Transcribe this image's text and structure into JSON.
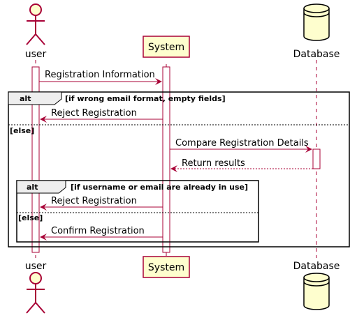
{
  "participants": {
    "user": "user",
    "system": "System",
    "database": "Database"
  },
  "messages": {
    "m1": "Registration Information",
    "m2": "Reject Registration",
    "m3": "Compare Registration Details",
    "m4": "Return results",
    "m5": "Reject Registration",
    "m6": "Confirm Registration"
  },
  "fragments": {
    "outer": {
      "keyword": "alt",
      "guard": "[if wrong email format, empty fields]",
      "else_label": "[else]"
    },
    "inner": {
      "keyword": "alt",
      "guard": "[if username or email are already in use]",
      "else_label": "[else]"
    }
  },
  "colors": {
    "arrow": "#A80036",
    "participant_fill": "#FEFECE",
    "participant_border": "#A80036",
    "lifeline": "#A80036",
    "fragment_border": "#000000",
    "fragment_tab": "#EEEEEE"
  }
}
